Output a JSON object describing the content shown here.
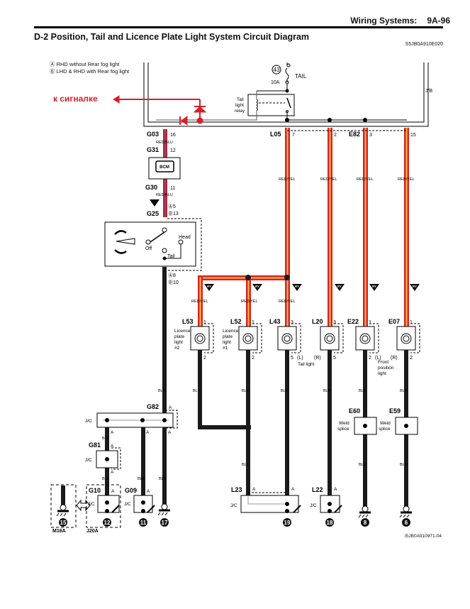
{
  "header": {
    "section": "Wiring Systems:",
    "page": "9A-96"
  },
  "title": "D-2 Position, Tail and Licence Plate Light System Circuit Diagram",
  "diagram_code": "S5JB0A910E020",
  "figure_code": "I5JB0A910971-04",
  "legend": [
    "Ⓐ RHD without Rear fog light",
    "Ⓑ LHD & RHD with Rear fog light"
  ],
  "annotation": {
    "text": "к сигналке",
    "color": "#d8202a"
  },
  "fuse": {
    "number": "43",
    "name": "TAIL",
    "rating": "10A"
  },
  "relay": {
    "label": [
      "Tail",
      "light",
      "relay"
    ]
  },
  "junction_block": "J/B",
  "wire_colors": {
    "red_blu": "RED/BLU",
    "red_yel": "RED/YEL",
    "blk": "BLK",
    "red": "#d8202a",
    "yellow": "#f6c43a",
    "black": "#1a1a1a"
  },
  "connectors": {
    "G03": {
      "id": "G03",
      "pin": "16"
    },
    "G31": {
      "id": "G31",
      "pin": "12"
    },
    "G30": {
      "id": "G30",
      "pin": "11"
    },
    "G25": {
      "id": "G25",
      "pin_a": "Ⓐ5",
      "pin_b": "Ⓑ13"
    },
    "switch_out": {
      "pin_a": "Ⓐ8",
      "pin_b": "Ⓑ10"
    },
    "L05": {
      "id": "L05",
      "pin": "7"
    },
    "jb2": {
      "pin": "2"
    },
    "E82": {
      "id": "E82",
      "pin": "3"
    },
    "jb15": {
      "pin": "15"
    }
  },
  "bcm": "BCM",
  "ry_badge": "RY",
  "switch": {
    "off": "Off",
    "tail": "Tail",
    "head": "Head"
  },
  "lamps": [
    {
      "id": "L53",
      "pin_in": "1",
      "pin_out": "2",
      "label": [
        "Licence",
        "plate",
        "light",
        "#2"
      ]
    },
    {
      "id": "L52",
      "pin_in": "1",
      "pin_out": "2",
      "label": [
        "Licence",
        "plate",
        "light",
        "#1"
      ]
    },
    {
      "id": "L43",
      "pin_in": "3",
      "pin_out": "5",
      "side": "(L)"
    },
    {
      "id": "L20",
      "pin_in": "3",
      "pin_out": "5",
      "side": "(R)"
    },
    {
      "id": "E22",
      "pin_in": "1",
      "pin_out": "2",
      "side": "(L)"
    },
    {
      "id": "E07",
      "pin_in": "1",
      "pin_out": "2",
      "side": "(R)"
    }
  ],
  "tail_light_label": "Tail light",
  "front_position_label": [
    "Front",
    "position",
    "light"
  ],
  "weld_splice": {
    "E60": "E60",
    "E59": "E59",
    "label": [
      "Weld",
      "splice"
    ]
  },
  "jc": "J/C",
  "pin_a": "A",
  "ground_connectors": {
    "G82": "G82",
    "G81": "G81",
    "G10": "G10",
    "G09": "G09",
    "L23": "L23",
    "L22": "L22"
  },
  "grounds": [
    "15",
    "12",
    "11",
    "17",
    "19",
    "18",
    "8",
    "6"
  ],
  "ground_blocks": [
    "M16A",
    "J20A"
  ]
}
